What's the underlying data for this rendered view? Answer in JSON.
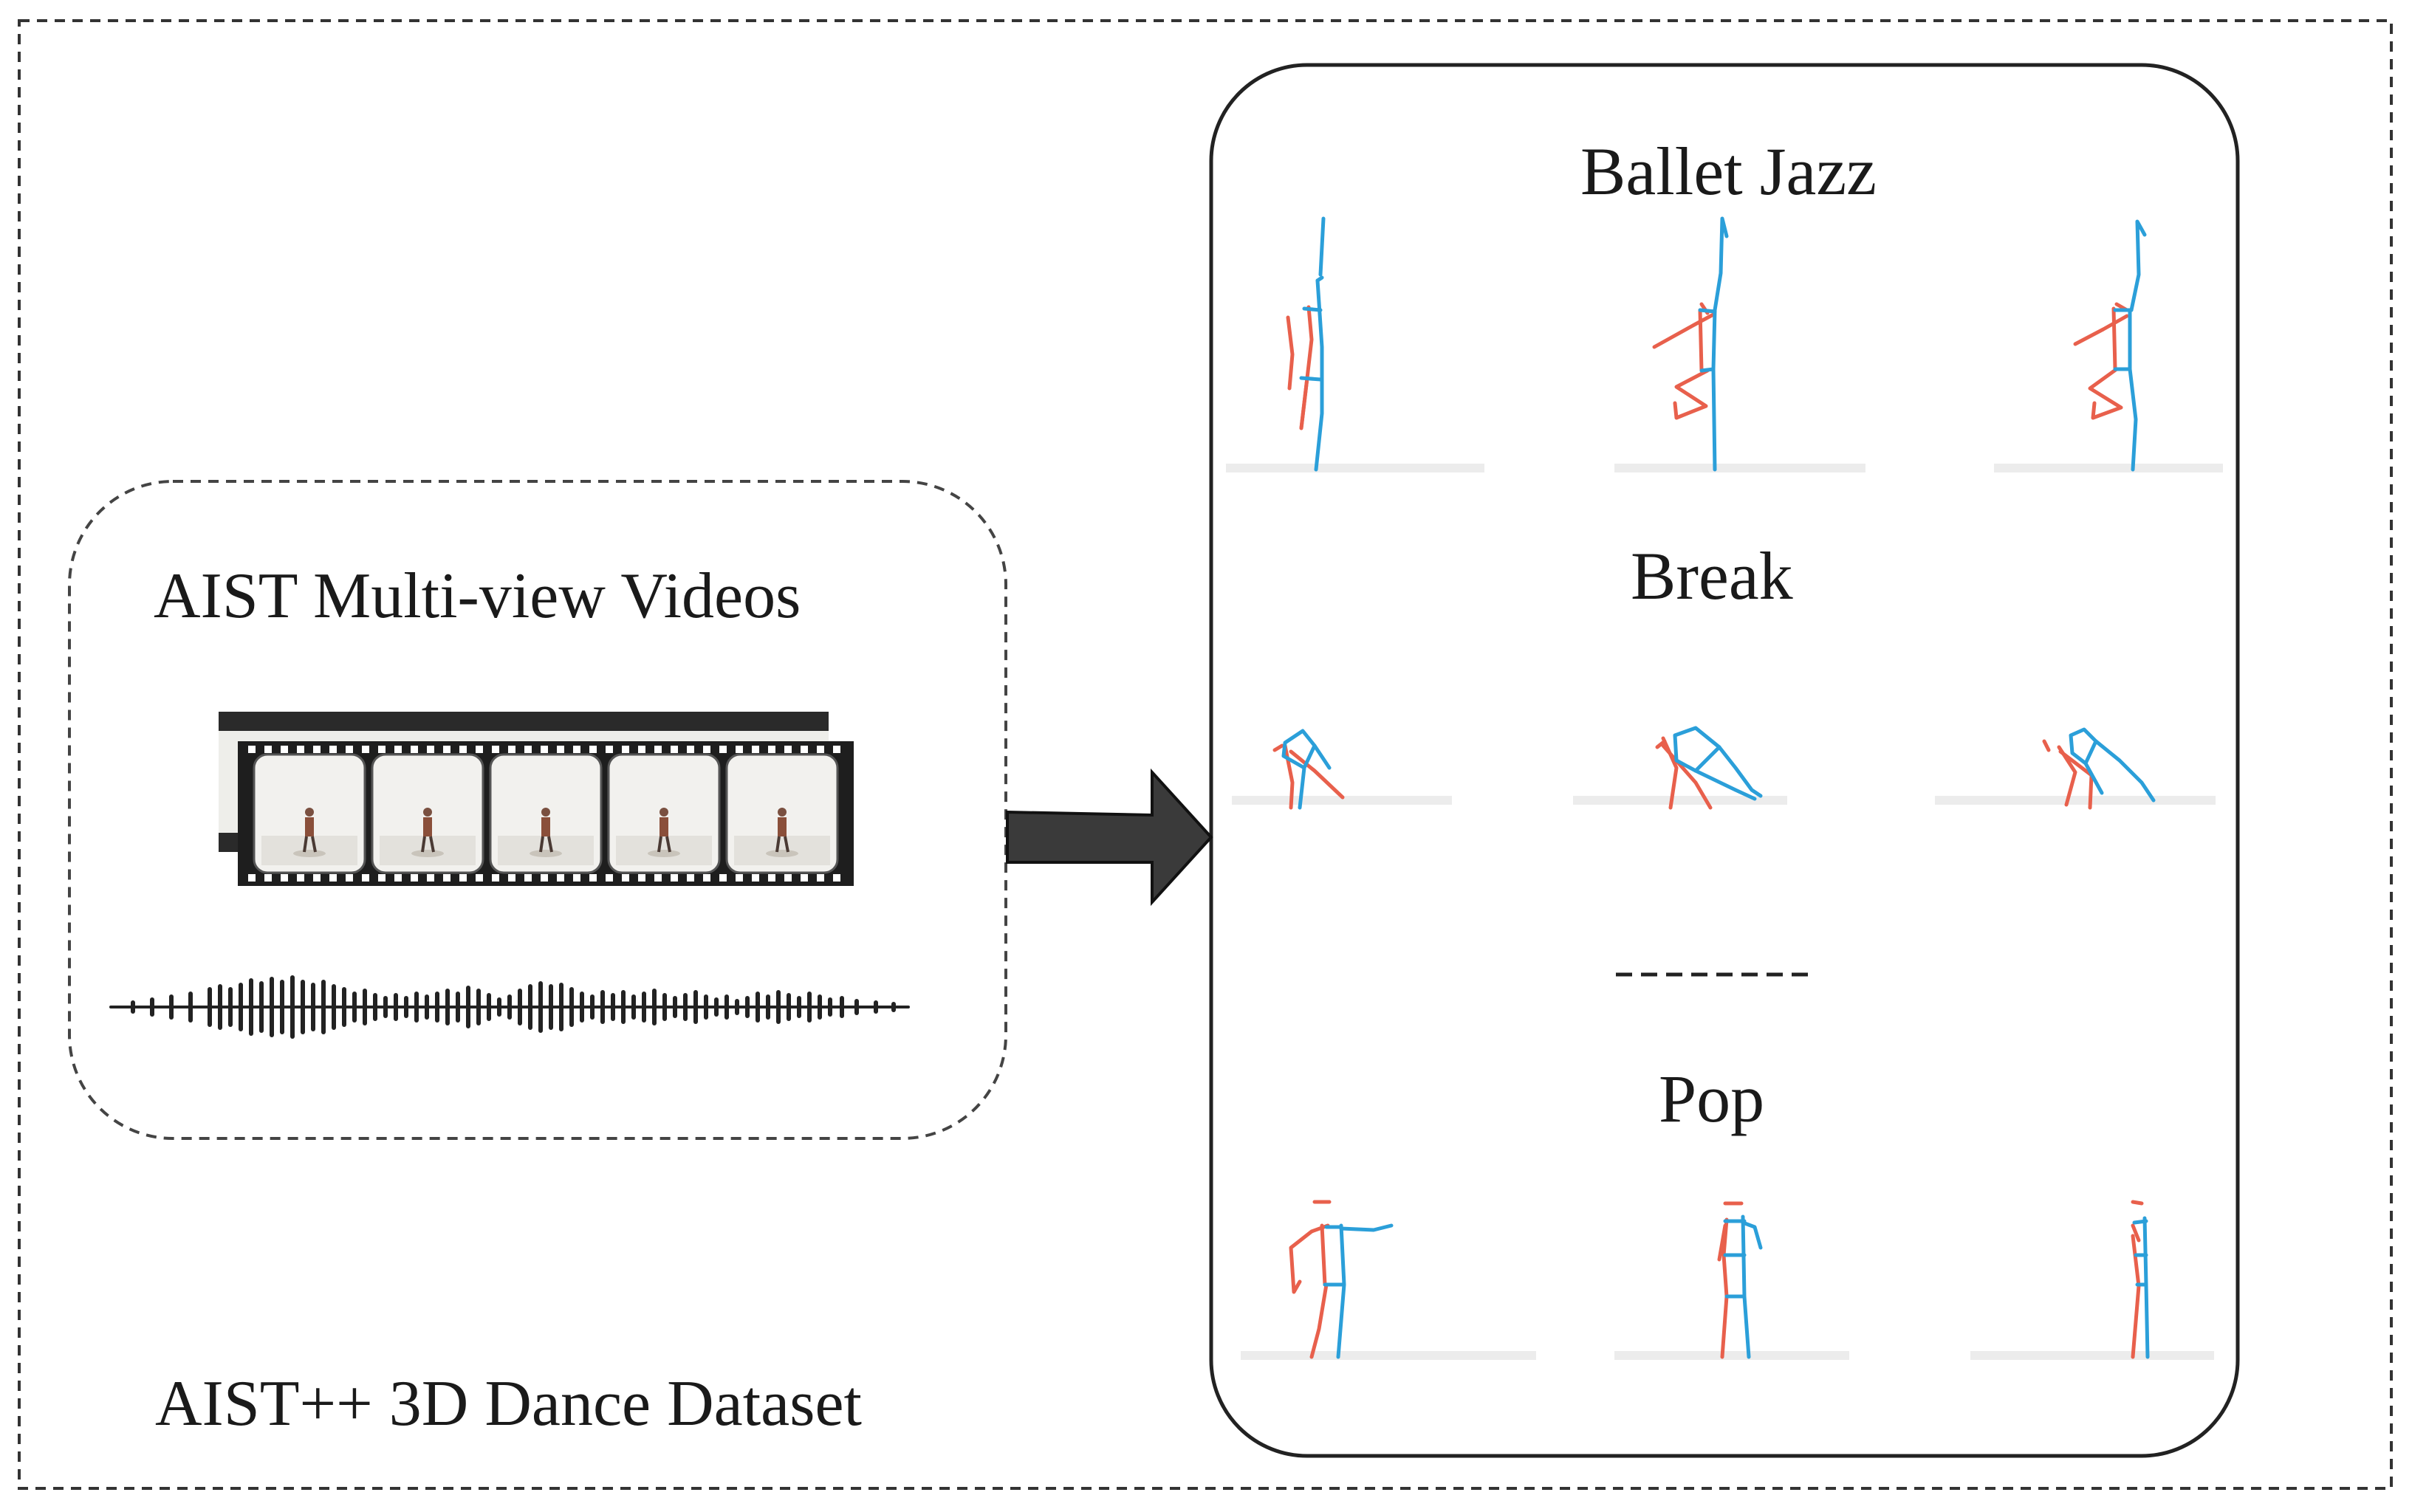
{
  "dataset_label": "AIST++ 3D Dance Dataset",
  "source_box": {
    "title": "AIST Multi-view Videos"
  },
  "genres": [
    {
      "name": "Ballet Jazz"
    },
    {
      "name": "Break"
    },
    {
      "name": "Pop"
    }
  ],
  "ellipsis": "-------",
  "colors": {
    "left_limb": "#e8604c",
    "right_limb": "#2b9fd9",
    "arrow": "#3a3a3a",
    "border": "#333333",
    "film": "#222222"
  }
}
